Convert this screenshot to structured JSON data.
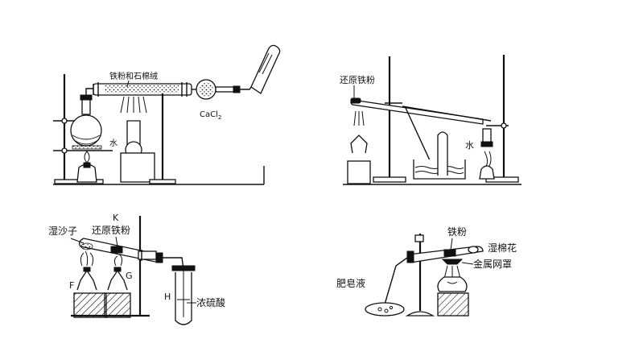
{
  "panel1": {
    "label_iron_asbestos": "铁粉和石棉绒",
    "label_water": "水",
    "label_cacl2_base": "CaCl",
    "label_cacl2_sub": "2"
  },
  "panel2": {
    "label_reduced_iron": "还原铁粉",
    "label_water": "水"
  },
  "panel3": {
    "label_k": "K",
    "label_wet_sand": "湿沙子",
    "label_reduced_iron": "还原铁粉",
    "label_f": "F",
    "label_g": "G",
    "label_h": "H",
    "label_conc_sulfuric": "浓硫酸"
  },
  "panel4": {
    "label_iron_powder": "铁粉",
    "label_wet_cotton": "湿棉花",
    "label_metal_mesh": "金属网罩",
    "label_soap_solution": "肥皂液"
  }
}
